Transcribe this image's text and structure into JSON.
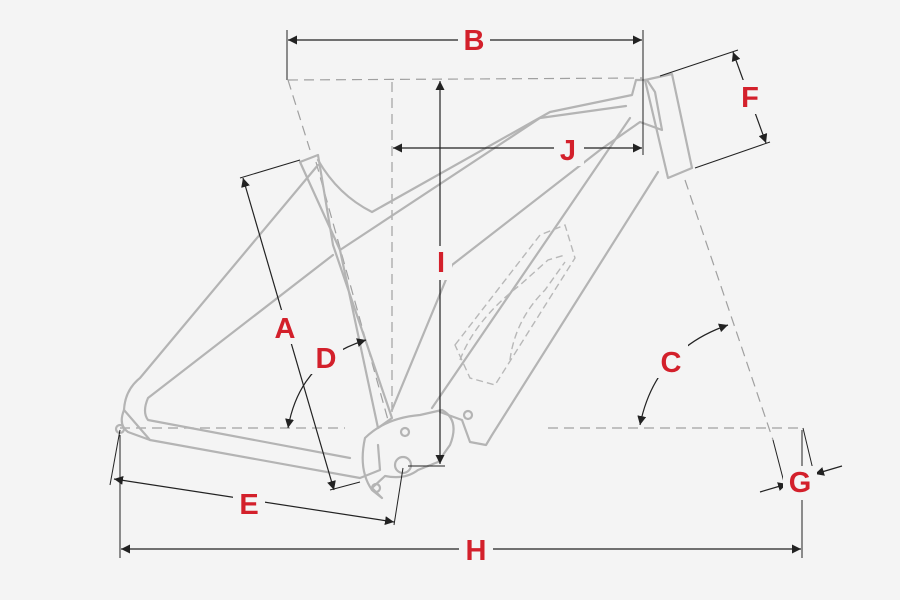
{
  "labels": {
    "A": "A",
    "B": "B",
    "C": "C",
    "D": "D",
    "E": "E",
    "F": "F",
    "G": "G",
    "H": "H",
    "I": "I",
    "J": "J"
  },
  "colors": {
    "label": "#d3202b",
    "frame": "#b4b4b4",
    "dimension": "#222222",
    "background": "#f4f4f4"
  }
}
